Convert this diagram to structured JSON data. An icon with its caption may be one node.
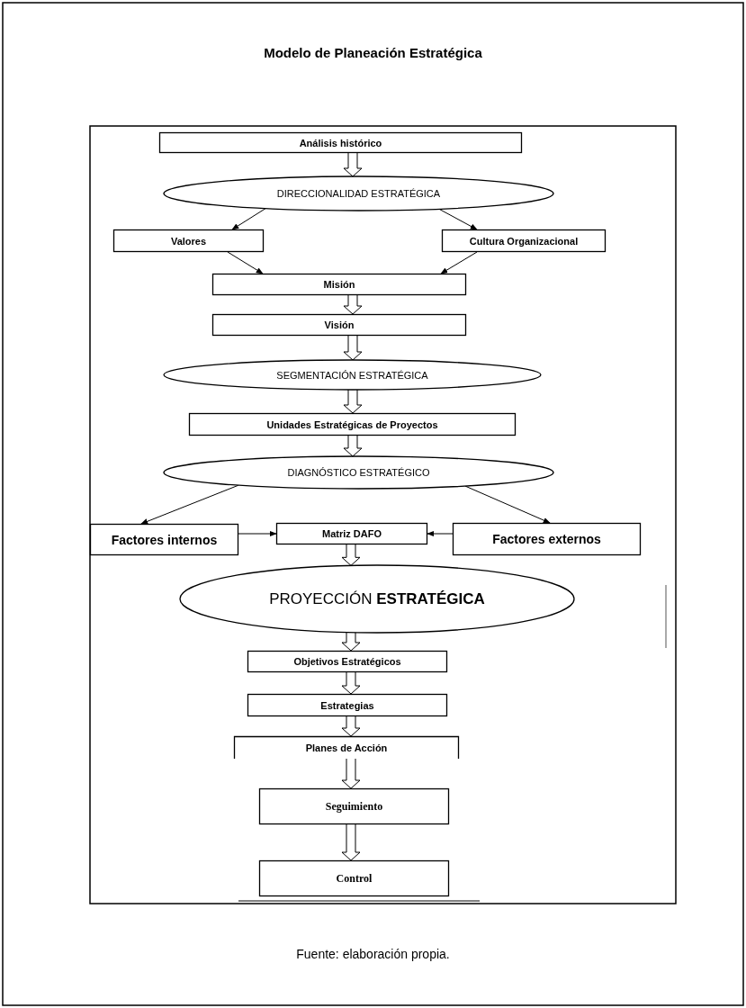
{
  "diagram": {
    "title": "Modelo de Planeación Estratégica",
    "caption": "Fuente: elaboración propia.",
    "nodes": [
      {
        "text": [
          "Análisis histórico"
        ]
      },
      {
        "text": [
          "DIRECCIONALIDAD ESTRATÉGICA"
        ]
      },
      {
        "text": [
          "Valores"
        ]
      },
      {
        "text": [
          "Cultura Organizacional"
        ]
      },
      {
        "text": [
          "Misión"
        ]
      },
      {
        "text": [
          "Visión"
        ]
      },
      {
        "text": [
          "SEGMENTACIÓN ESTRATÉGICA"
        ]
      },
      {
        "text": [
          "Unidades Estratégicas de Proyectos"
        ]
      },
      {
        "text": [
          "DIAGNÓSTICO ESTRATÉGICO"
        ]
      },
      {
        "text": [
          "Factores internos"
        ]
      },
      {
        "text": [
          "Matriz DAFO"
        ]
      },
      {
        "text": [
          "Factores externos"
        ]
      },
      {
        "text": [
          "PROYECCIÓN **ESTRATÉGICA**"
        ]
      },
      {
        "text": [
          "Objetivos Estratégicos"
        ]
      },
      {
        "text": [
          "Estrategias"
        ]
      },
      {
        "text": [
          "Planes de Acción"
        ]
      },
      {
        "text": [
          "Seguimiento"
        ]
      },
      {
        "text": [
          "Control"
        ]
      }
    ],
    "edges": [
      {
        "from": 0,
        "to": 1,
        "arrow": "to",
        "style": "thick"
      },
      {
        "from": 1,
        "to": 2,
        "arrow": "to"
      },
      {
        "from": 1,
        "to": 3,
        "arrow": "to"
      },
      {
        "from": 2,
        "to": 4,
        "arrow": "to"
      },
      {
        "from": 3,
        "to": 4,
        "arrow": "to"
      },
      {
        "from": 4,
        "to": 5,
        "arrow": "to",
        "style": "thick"
      },
      {
        "from": 5,
        "to": 6,
        "arrow": "to",
        "style": "thick"
      },
      {
        "from": 6,
        "to": 7,
        "arrow": "to",
        "style": "thick"
      },
      {
        "from": 7,
        "to": 8,
        "arrow": "to",
        "style": "thick"
      },
      {
        "from": 8,
        "to": 9,
        "arrow": "to"
      },
      {
        "from": 8,
        "to": 11,
        "arrow": "to"
      },
      {
        "from": 9,
        "to": 10,
        "arrow": "to"
      },
      {
        "from": 11,
        "to": 10,
        "arrow": "to"
      },
      {
        "from": 10,
        "to": 12,
        "arrow": "to",
        "style": "thick"
      },
      {
        "from": 12,
        "to": 13,
        "arrow": "to",
        "style": "thick"
      },
      {
        "from": 13,
        "to": 14,
        "arrow": "to",
        "style": "thick"
      },
      {
        "from": 14,
        "to": 15,
        "arrow": "to",
        "style": "thick"
      },
      {
        "from": 15,
        "to": 16,
        "arrow": "to",
        "style": "thick"
      },
      {
        "from": 16,
        "to": 17,
        "arrow": "to",
        "style": "thick"
      }
    ]
  }
}
